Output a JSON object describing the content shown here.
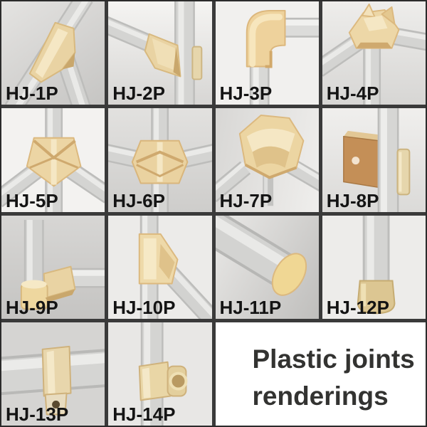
{
  "caption": {
    "line1": "Plastic joints",
    "line2": "renderings"
  },
  "colors": {
    "grid_line": "#3a3a3a",
    "outer_border": "#2b2b2b",
    "label_color": "#141414",
    "caption_color": "#333331",
    "pipe_edge": "#bdbdbb",
    "pipe_body": "#d2d2d0",
    "pipe_highlight": "#e9e9e7",
    "joint_beige": "#e9d3a3",
    "joint_shadow": "#c9a76c",
    "joint_light": "#f5e7c4",
    "bracket_tan": "#c48f57",
    "bracket_top": "#e2c795",
    "hole_dark": "#5a4a30"
  },
  "cells": [
    {
      "id": "hj-1p",
      "label": "HJ-1P"
    },
    {
      "id": "hj-2p",
      "label": "HJ-2P"
    },
    {
      "id": "hj-3p",
      "label": "HJ-3P"
    },
    {
      "id": "hj-4p",
      "label": "HJ-4P"
    },
    {
      "id": "hj-5p",
      "label": "HJ-5P"
    },
    {
      "id": "hj-6p",
      "label": "HJ-6P"
    },
    {
      "id": "hj-7p",
      "label": "HJ-7P"
    },
    {
      "id": "hj-8p",
      "label": "HJ-8P"
    },
    {
      "id": "hj-9p",
      "label": "HJ-9P"
    },
    {
      "id": "hj-10p",
      "label": "HJ-10P"
    },
    {
      "id": "hj-11p",
      "label": "HJ-11P"
    },
    {
      "id": "hj-12p",
      "label": "HJ-12P"
    },
    {
      "id": "hj-13p",
      "label": "HJ-13P"
    },
    {
      "id": "hj-14p",
      "label": "HJ-14P"
    }
  ]
}
